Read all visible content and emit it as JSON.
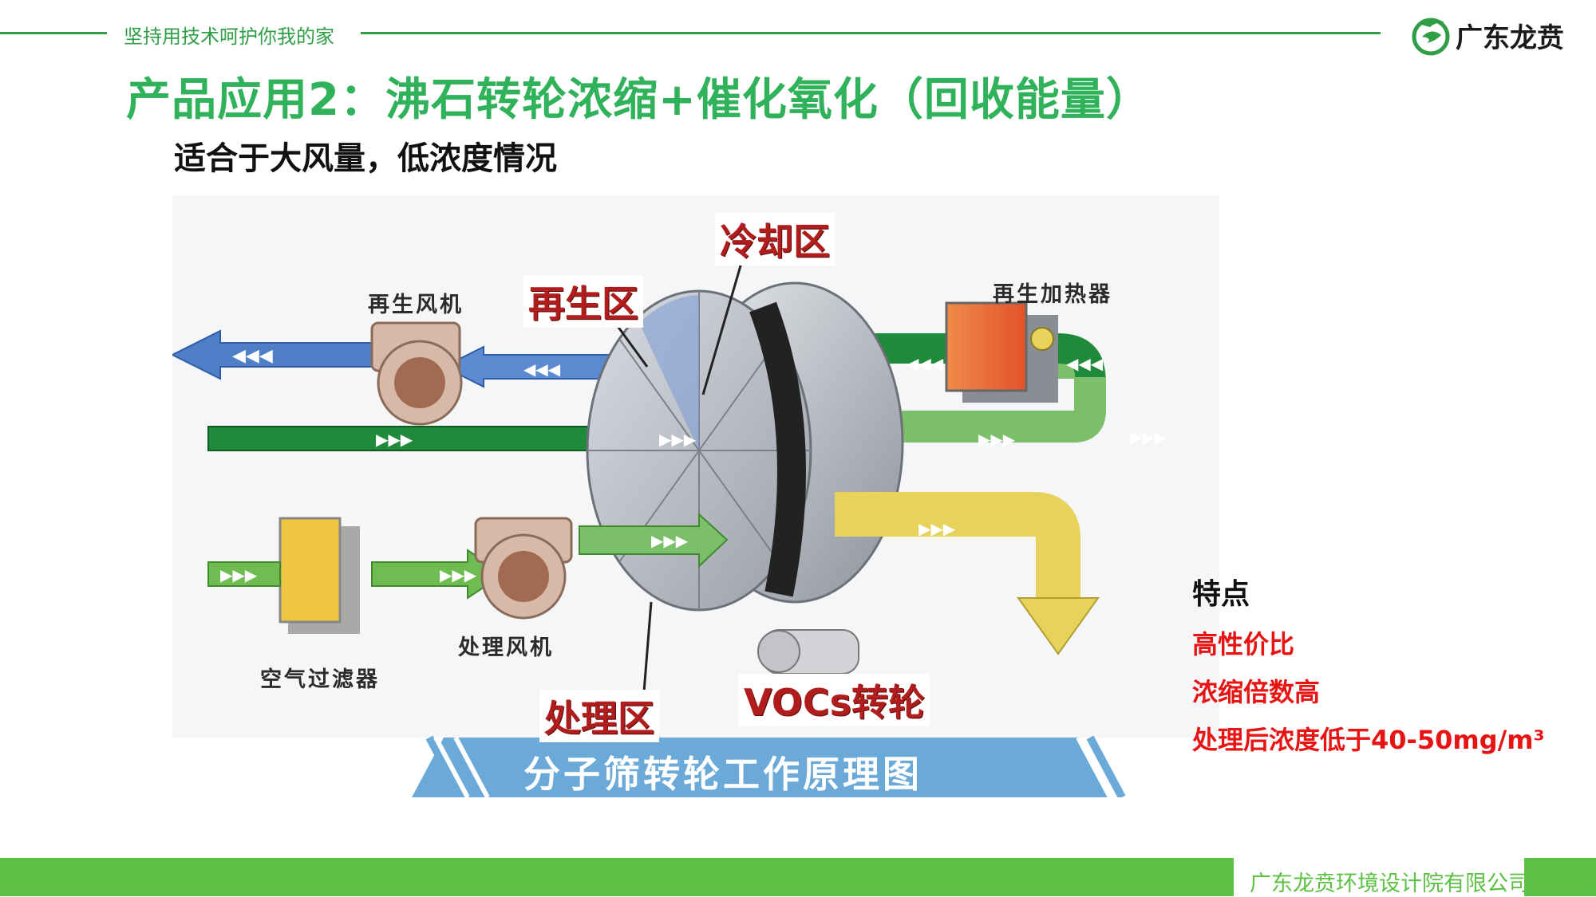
{
  "header": {
    "slogan": "坚持用技术呵护你我的家",
    "brand": "广东龙贲",
    "green": "#2f9e45"
  },
  "title": "产品应用2：沸石转轮浓缩+催化氧化（回收能量）",
  "subtitle": "适合于大风量，低浓度情况",
  "diagram": {
    "labels": {
      "cooling_zone": "冷却区",
      "regen_zone": "再生区",
      "process_zone": "处理区",
      "voc_wheel": "VOCs转轮",
      "regen_fan": "再生风机",
      "regen_heater": "再生加热器",
      "process_fan": "处理风机",
      "air_filter": "空气过滤器"
    },
    "banner": "分子筛转轮工作原理图",
    "colors": {
      "blue_flow": "#4f7fc7",
      "dark_green_flow": "#1e8a3a",
      "light_green_flow": "#7cbf6a",
      "yellow_flow": "#e7d25c",
      "banner": "#6aa9d8",
      "zone_label": "#b11c1c"
    }
  },
  "features": {
    "title": "特点",
    "items": [
      "高性价比",
      "浓缩倍数高",
      "处理后浓度低于40-50mg/m³"
    ],
    "color": "#e81414"
  },
  "footer": {
    "company": "广东龙贲环境设计院有限公司",
    "bar_color": "#5cc144"
  }
}
